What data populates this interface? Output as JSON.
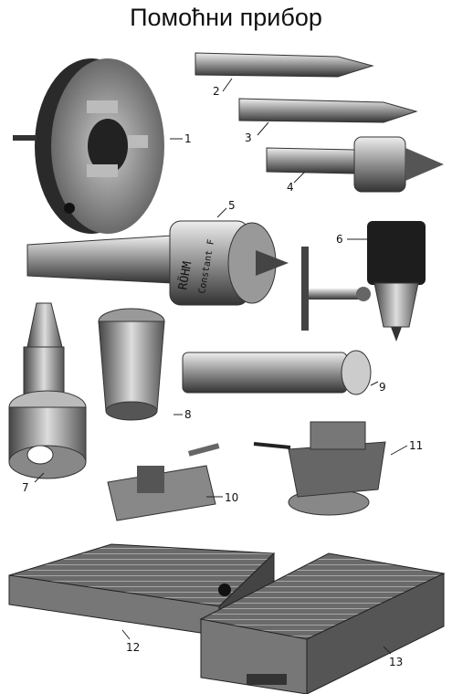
{
  "title": "Помоћни прибор",
  "labels": [
    "1",
    "2",
    "3",
    "4",
    "5",
    "6",
    "7",
    "8",
    "9",
    "10",
    "11",
    "12",
    "13"
  ],
  "chuck_brand": "RÖHM",
  "chuck_model": "Constant F"
}
